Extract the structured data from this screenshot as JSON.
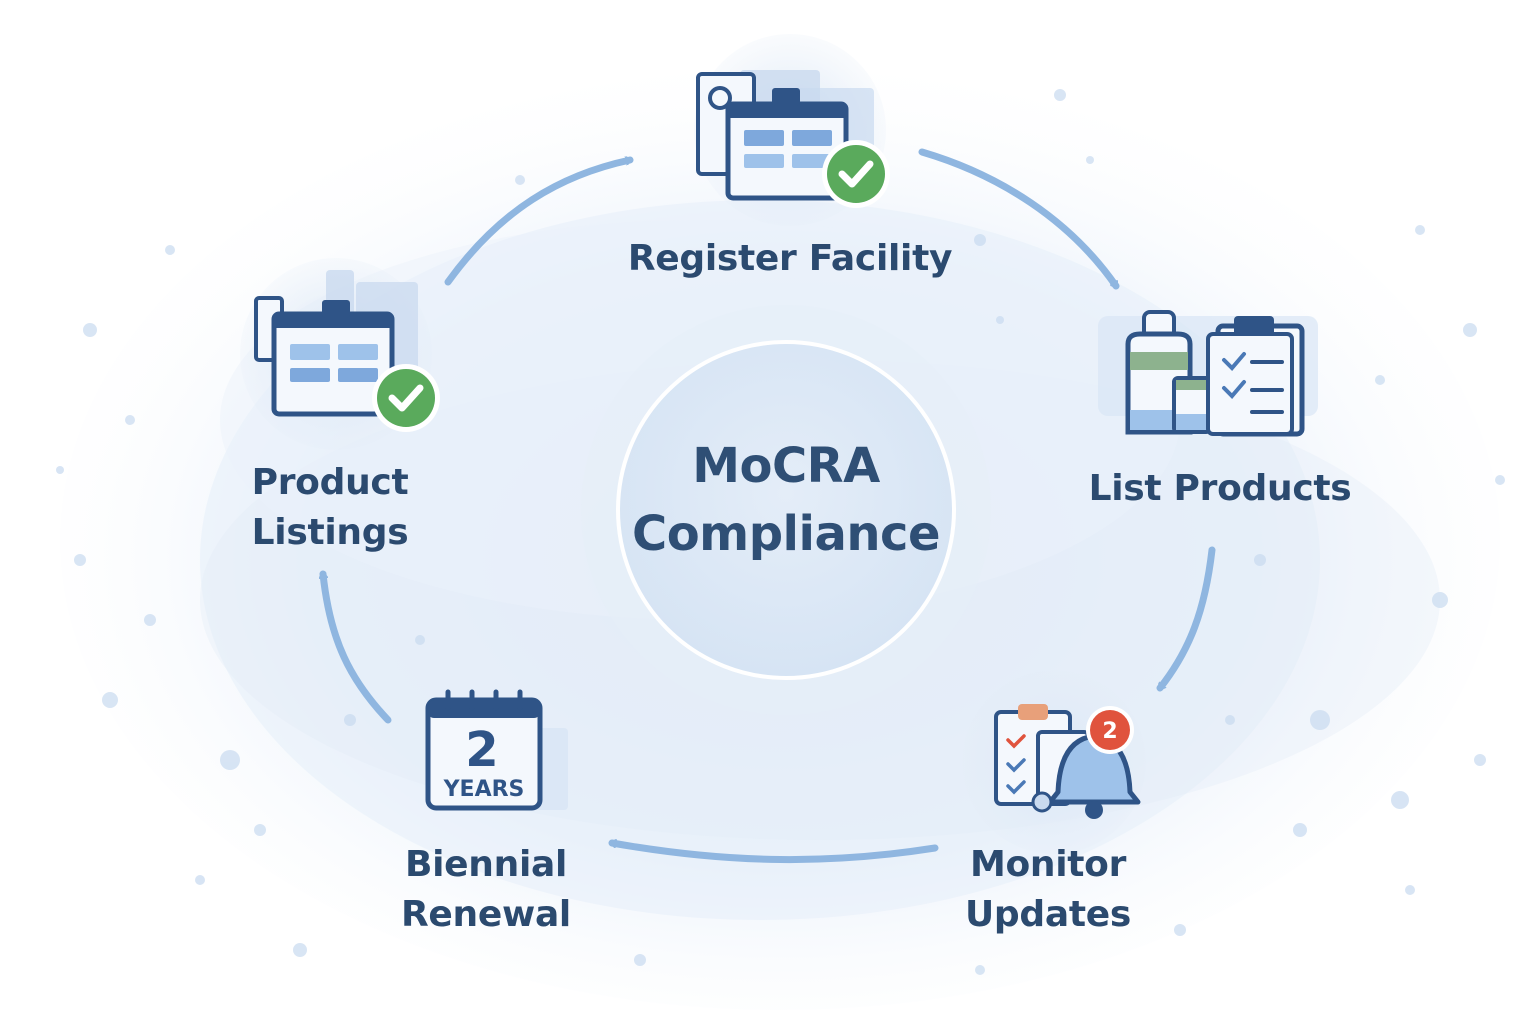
{
  "center": {
    "line1": "MoCRA",
    "line2": "Compliance"
  },
  "steps": [
    {
      "id": "register-facility",
      "lines": [
        "Register Facility"
      ],
      "icon": "facility-registration-icon"
    },
    {
      "id": "list-products",
      "lines": [
        "List Products"
      ],
      "icon": "product-listing-icon"
    },
    {
      "id": "monitor-updates",
      "lines": [
        "Monitor",
        "Updates"
      ],
      "icon": "notification-bell-icon",
      "badge": "2"
    },
    {
      "id": "biennial-renewal",
      "lines": [
        "Biennial",
        "Renewal"
      ],
      "icon": "calendar-icon",
      "calendar_number": "2",
      "calendar_text": "YEARS"
    },
    {
      "id": "product-listings",
      "lines": [
        "Product",
        "Listings"
      ],
      "icon": "facility-registration-icon"
    }
  ],
  "colors": {
    "text": "#2b4a6f",
    "arrow": "#8fb6e0",
    "icon_stroke": "#2f5487",
    "icon_fill": "#9ec2ea",
    "check_green": "#5aaa5c",
    "badge_red": "#e0533d",
    "background_wash": "#e8f0fa"
  }
}
